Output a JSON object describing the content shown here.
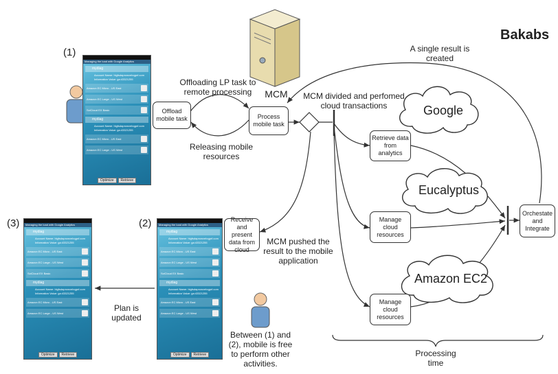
{
  "brand": "Bakabs",
  "phase_labels": [
    "(1)",
    "(2)",
    "(3)"
  ],
  "nodes": {
    "offload": "Offload mobile task",
    "process": "Process mobile task",
    "receive": "Receive and present data from cloud",
    "retrieve": "Retrieve data from analytics",
    "manage1": "Manage cloud resources",
    "manage2": "Manage cloud resources",
    "orchestrate": "Orchestate and Integrate"
  },
  "clouds": [
    "Google",
    "Eucalyptus",
    "Amazon EC2"
  ],
  "server_label": "MCM",
  "annotations": {
    "offloading": "Offloading LP task to remote processing",
    "releasing": "Releasing mobile resources",
    "divided": "MCM divided and perfomed cloud transactions",
    "single_result": "A single result is created",
    "pushed": "MCM pushed the result to the mobile application",
    "plan_updated": "Plan is updated",
    "between": "Between (1) and (2), mobile is free to perform other activities.",
    "processing_time": "Processing time"
  },
  "phone_screens": {
    "title": "Managing the load with Google Analytics",
    "item": "mydiag",
    "account": "Account Name: hlgfsdaprowvebqgnf.com",
    "information": "Information Value: ga:43321255",
    "rows": [
      "Amazon EC Micro - US East",
      "Amazon EC Large - US West",
      "SciCloud EX Basic"
    ],
    "buttons": [
      "Optimize",
      "Retrieve"
    ]
  },
  "colors": {
    "line": "#333333",
    "server": "#e8dcae",
    "phone": "#2a8fb8"
  }
}
